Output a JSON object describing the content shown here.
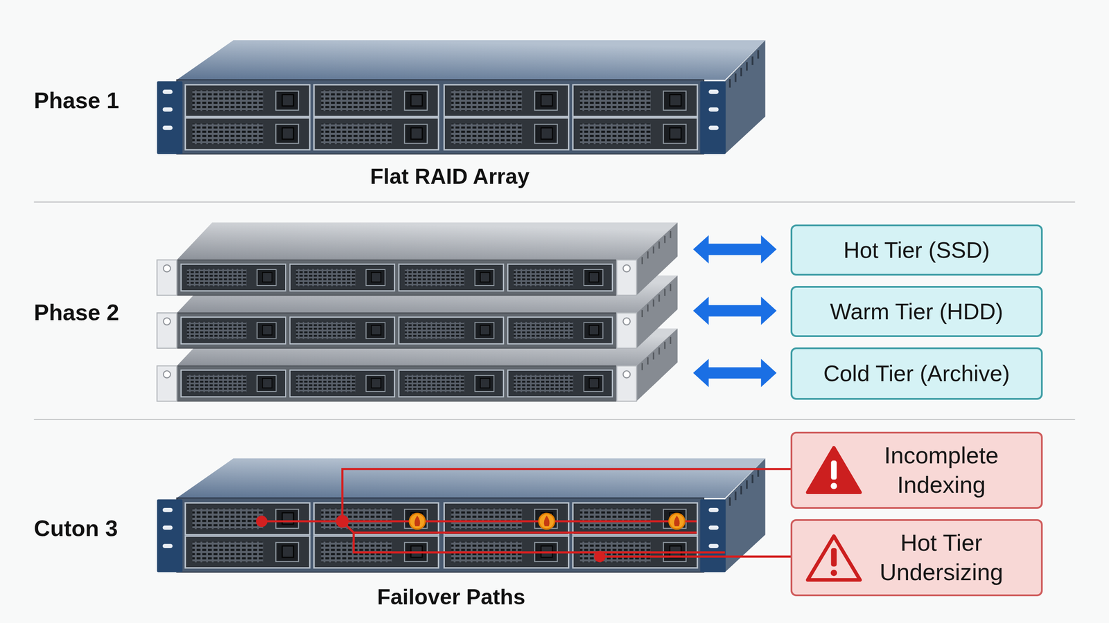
{
  "diagram": {
    "nodes": [
      {
        "text": [
          "Hot Tier (SSD)"
        ]
      },
      {
        "text": [
          "Warm Tier (HDD)"
        ]
      },
      {
        "text": [
          "Cold Tier (Archive)"
        ]
      },
      {
        "text": [
          "Incomplete Indexing"
        ]
      },
      {
        "text": [
          "Hot Tier Undersizing"
        ]
      }
    ],
    "labels": [
      "Phase 1",
      "Flat RAID Array",
      "Phase 2",
      "Cuton 3",
      "Failover Paths"
    ]
  }
}
